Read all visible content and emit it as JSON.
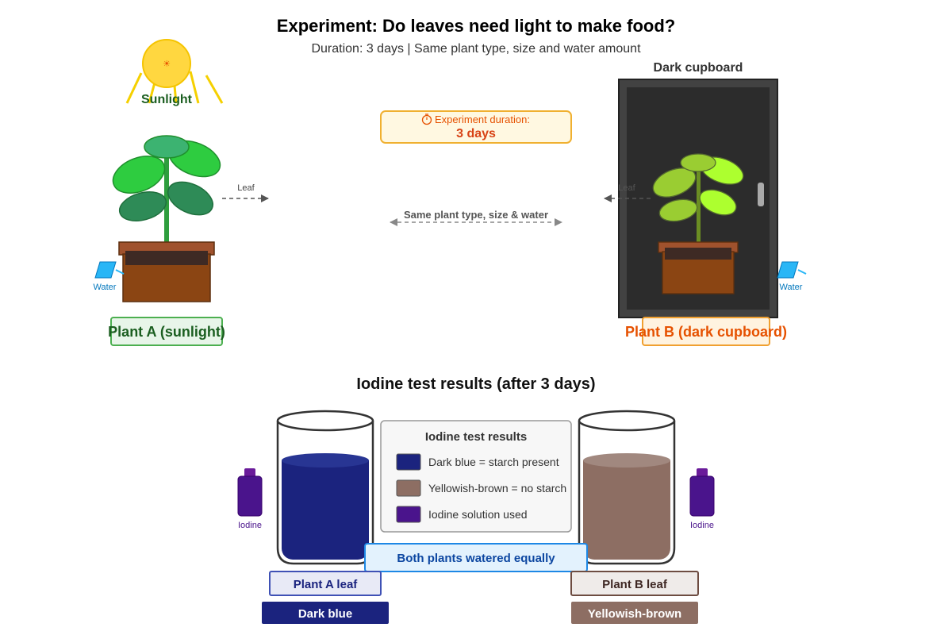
{
  "header": {
    "title": "Experiment: Do leaves need light to make food?",
    "subtitle": "Duration: 3 days | Same plant type, size and water amount"
  },
  "plant_a": {
    "sun_label": "Sunlight",
    "leaf_label": "Leaf",
    "water_label": "Water",
    "name": "Plant A (sunlight)"
  },
  "plant_b": {
    "cupboard_label": "Dark cupboard",
    "leaf_label": "Leaf",
    "water_label": "Water",
    "name": "Plant B (dark cupboard)"
  },
  "middle": {
    "duration_caption": "Experiment duration:",
    "duration_value": "3 days",
    "comparison_label": "Same plant type, size & water"
  },
  "results": {
    "section_title": "Iodine test results (after 3 days)",
    "legend_title": "Iodine test results",
    "legend": [
      {
        "label": "Dark blue = starch present",
        "color": "#1b237e"
      },
      {
        "label": "Yellowish-brown = no starch",
        "color": "#8d6e63"
      },
      {
        "label": "Iodine solution used",
        "color": "#4a148c"
      }
    ],
    "watered_note": "Both plants watered equally",
    "iodine_label": "Iodine",
    "beaker_a": {
      "label": "Plant A leaf",
      "result": "Dark blue",
      "color": "#1b237e"
    },
    "beaker_b": {
      "label": "Plant B leaf",
      "result": "Yellowish-brown",
      "color": "#8d6e63"
    }
  },
  "colors": {
    "sun": "#ffd740",
    "leaf_green": "#2ecc40",
    "leaf_dark_green": "#2e8b57",
    "leaf_pale": "#9acd32",
    "pot": "#8b4513",
    "cupboard": "#2c2c2c",
    "orange_accent": "#e65100",
    "green_accent": "#1b5e20",
    "water": "#29b6f6",
    "iodine": "#4a148c"
  },
  "icons": [
    "sun-icon",
    "stopwatch-icon",
    "water-drop-icon",
    "iodine-bottle-icon",
    "beaker-icon",
    "plant-icon",
    "cupboard-icon"
  ]
}
